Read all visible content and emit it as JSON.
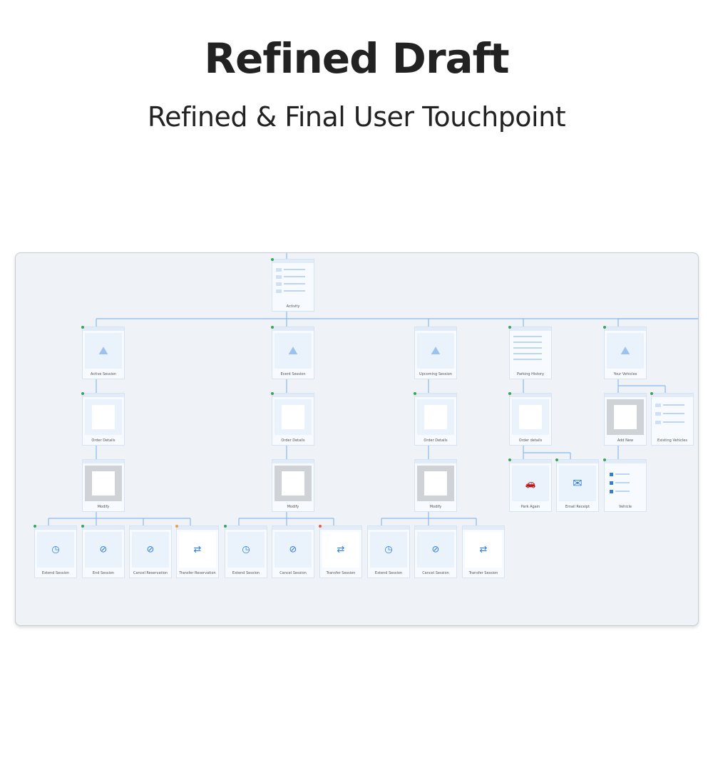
{
  "header": {
    "title": "Refined Draft",
    "subtitle": "Refined & Final User Touchpoint"
  },
  "flow": {
    "root": "Activity",
    "level1": [
      "Active Session",
      "Event Session",
      "Upcoming Session",
      "Parking History",
      "Your Vehicles"
    ],
    "level2": [
      "Order Details",
      "Order Details",
      "Order Details",
      "Order details",
      "Add New",
      "Existing Vehicles"
    ],
    "level3": [
      "Modify",
      "Modify",
      "Modify",
      "Park Again",
      "Email Receipt",
      "Vehicle"
    ],
    "level4": [
      "Extend Session",
      "End Session",
      "Cancel Reservation",
      "Transfer Reservation",
      "Extend Session",
      "Cancel Session",
      "Transfer Session",
      "Extend Session",
      "Cancel Session",
      "Transfer Session"
    ]
  },
  "colors": {
    "connector": "#8ab8ea",
    "accent": "#2f80d8",
    "panel_bg": "#eff3f7",
    "node_bg": "#f7faff",
    "status_dot": "#3aa35a"
  }
}
